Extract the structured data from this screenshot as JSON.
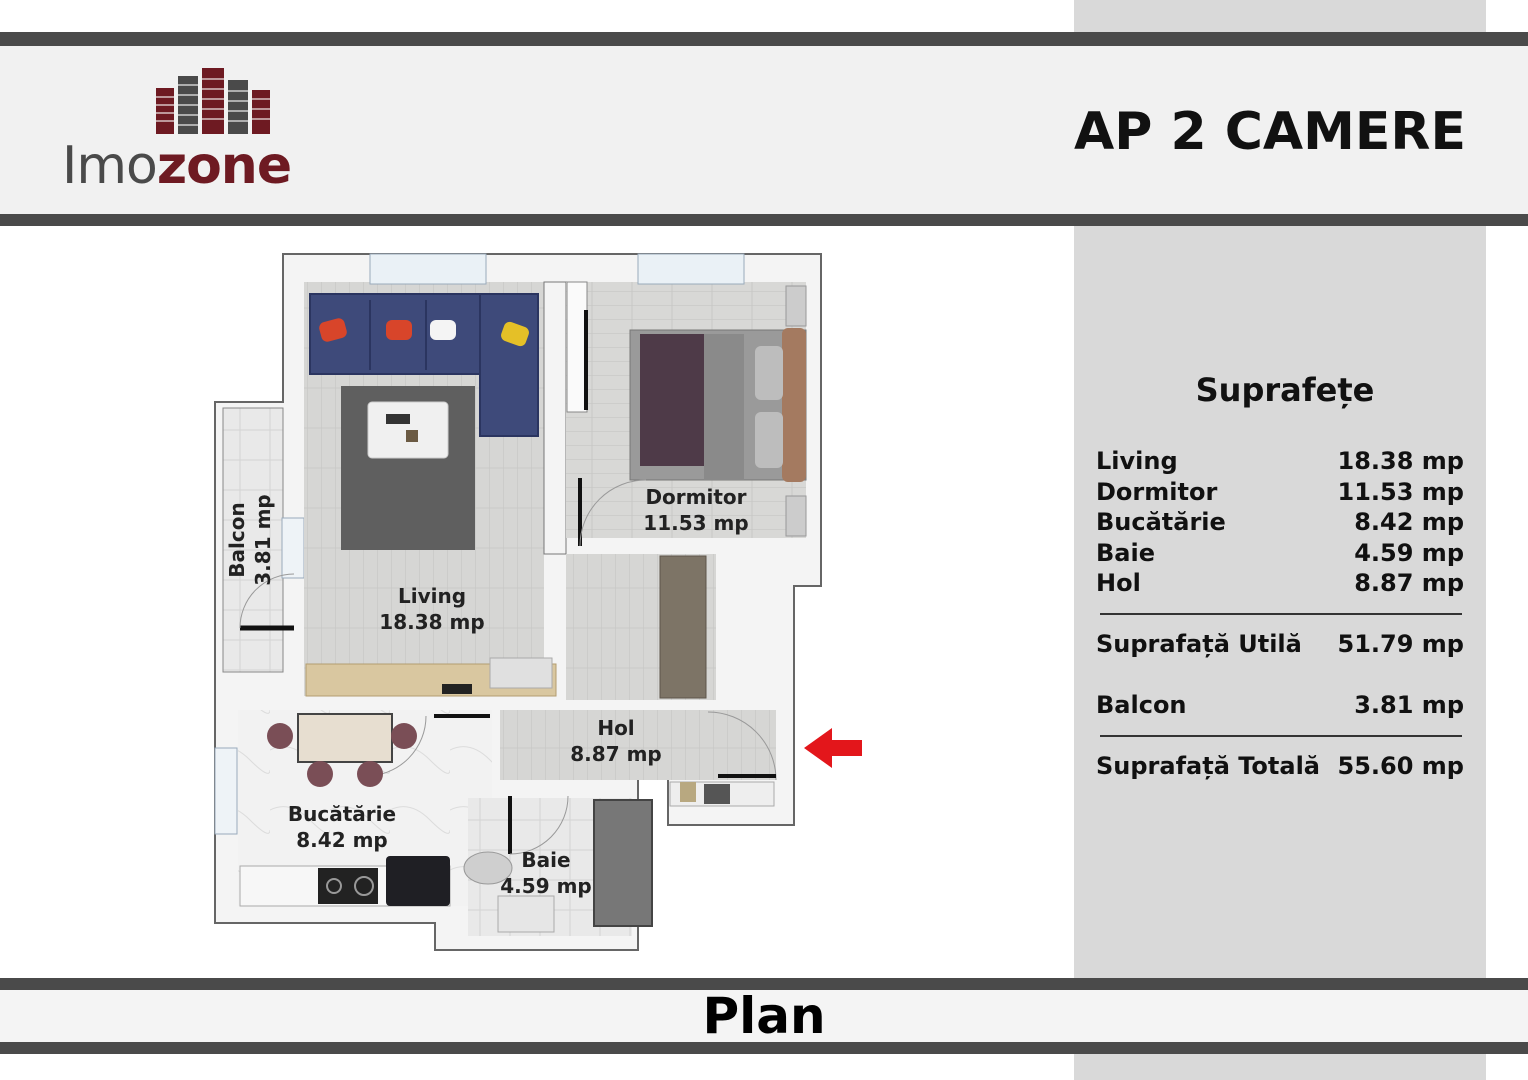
{
  "brand": {
    "name_light": "Imo",
    "name_bold": "zone"
  },
  "document": {
    "title": "AP 2 CAMERE",
    "footer_title": "Plan"
  },
  "colors": {
    "brand_red": "#6e1a22",
    "band_gray": "#4a4a4a",
    "panel_gray": "#d9d9d9",
    "arrow_red": "#e3161b"
  },
  "areas": {
    "title": "Suprafețe",
    "rooms": [
      {
        "name": "Living",
        "value": "18.38 mp"
      },
      {
        "name": "Dormitor",
        "value": "11.53 mp"
      },
      {
        "name": "Bucătărie",
        "value": "8.42 mp"
      },
      {
        "name": "Baie",
        "value": "4.59 mp"
      },
      {
        "name": "Hol",
        "value": "8.87 mp"
      }
    ],
    "usable": {
      "name": "Suprafață Utilă",
      "value": "51.79 mp"
    },
    "balcony": {
      "name": "Balcon",
      "value": "3.81 mp"
    },
    "total": {
      "name": "Suprafață Totală",
      "value": "55.60 mp"
    }
  },
  "plan": {
    "rooms": {
      "balcon": {
        "name": "Balcon",
        "area": "3.81 mp"
      },
      "living": {
        "name": "Living",
        "area": "18.38 mp"
      },
      "dormitor": {
        "name": "Dormitor",
        "area": "11.53 mp"
      },
      "hol": {
        "name": "Hol",
        "area": "8.87 mp"
      },
      "bucatarie": {
        "name": "Bucătărie",
        "area": "8.42 mp"
      },
      "baie": {
        "name": "Baie",
        "area": "4.59 mp"
      }
    },
    "entrance_icon": "arrow-left-icon"
  }
}
